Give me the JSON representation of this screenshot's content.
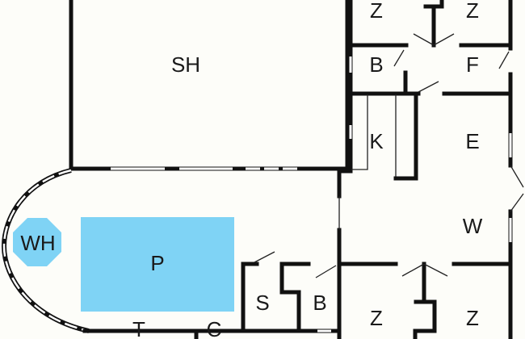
{
  "plan": {
    "colors": {
      "wall": "#111111",
      "pool": "#7fd3f5",
      "floor": "#fdfdf9"
    },
    "rooms": {
      "sh": "SH",
      "wh": "WH",
      "p": "P",
      "s": "S",
      "b_lower": "B",
      "z_top_left": "Z",
      "z_top_right": "Z",
      "b_upper": "B",
      "f": "F",
      "k": "K",
      "e": "E",
      "w": "W",
      "z_bottom_left": "Z",
      "z_bottom_right": "Z",
      "t": "T",
      "c": "C"
    }
  }
}
